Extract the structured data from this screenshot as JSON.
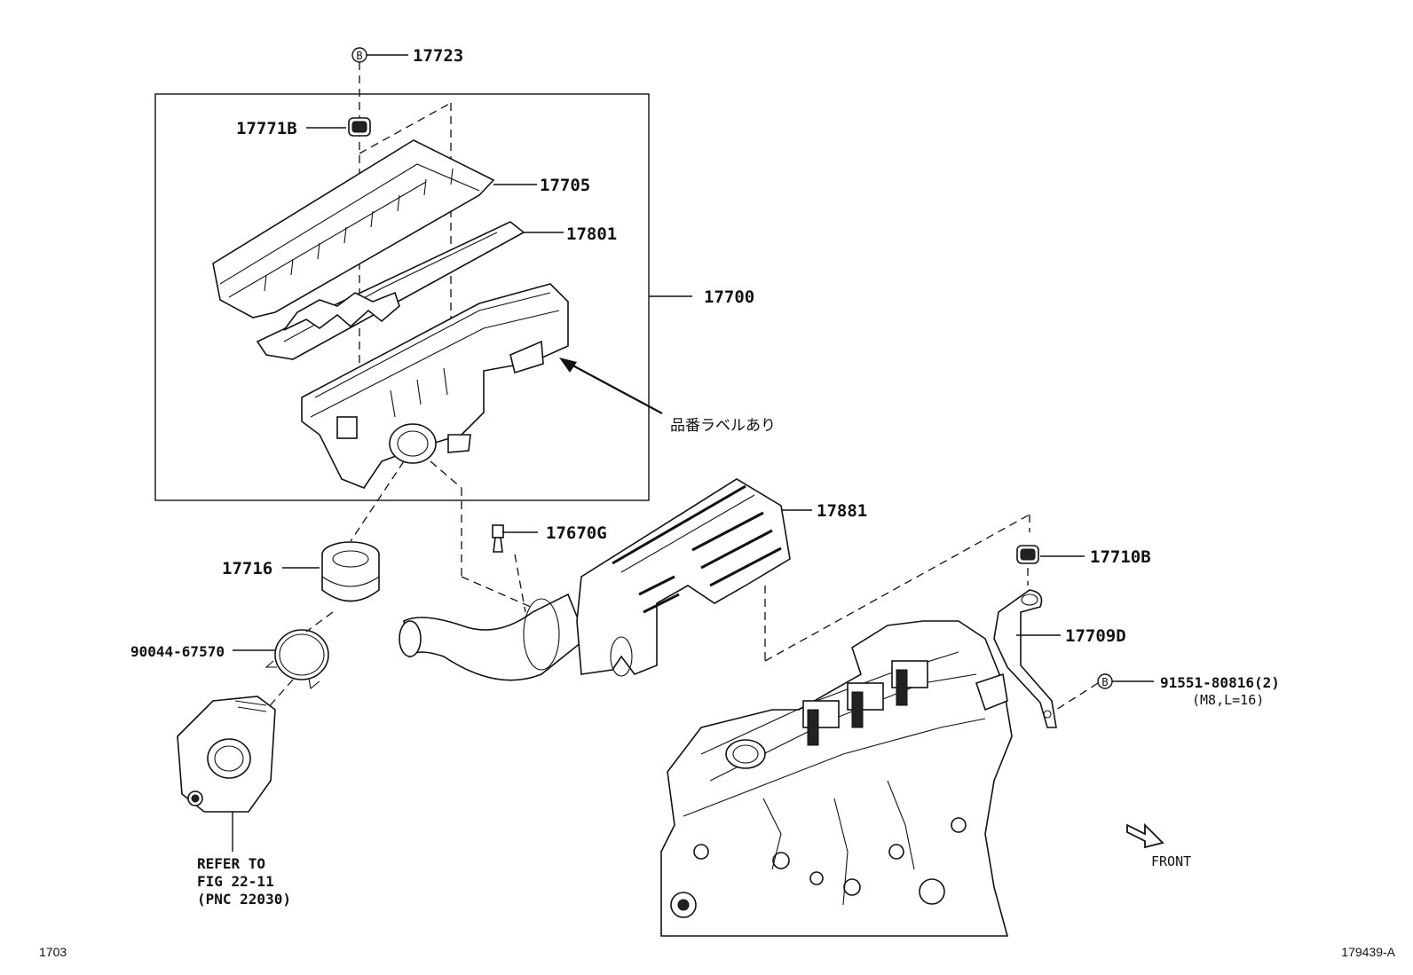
{
  "labels": {
    "p17723": "17723",
    "p17771B": "17771B",
    "p17705": "17705",
    "p17801": "17801",
    "p17700": "17700",
    "label_note": "品番ラベルあり",
    "p17881": "17881",
    "p17670G": "17670G",
    "p17716": "17716",
    "p90044": "90044-67570",
    "p17710B": "17710B",
    "p17709D": "17709D",
    "p91551": "91551-80816(2)",
    "p91551_spec": "(M8,L=16)",
    "refer_line1": "REFER TO",
    "refer_line2": "FIG 22-11",
    "refer_line3": "(PNC 22030)",
    "front": "FRONT",
    "marker_b": "B"
  },
  "footer": {
    "left_code": "1703",
    "right_code": "179439-A"
  }
}
